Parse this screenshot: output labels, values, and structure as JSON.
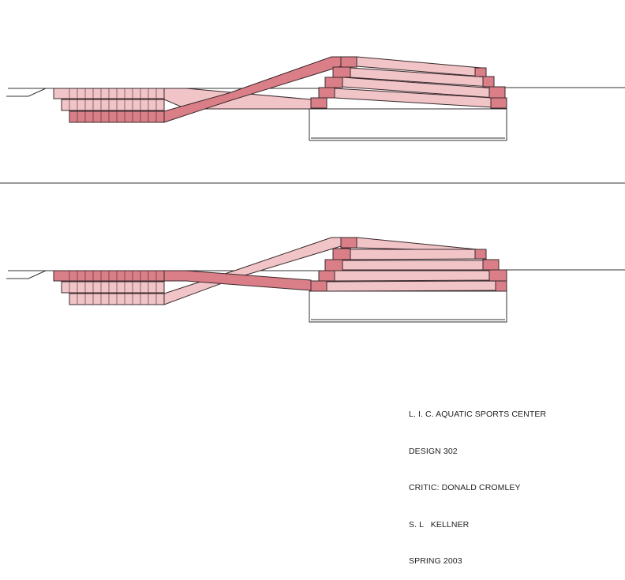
{
  "title_block": {
    "project": "L. I. C. AQUATIC SPORTS CENTER",
    "course": "DESIGN 302",
    "critic": "CRITIC: DONALD CROMLEY",
    "author": "S. L   KELLNER",
    "term": "SPRING 2003"
  },
  "colors": {
    "light_pink": "#f1c4c8",
    "dark_pink": "#da7e87",
    "outline": "#3a2a2c",
    "line": "#333333"
  }
}
